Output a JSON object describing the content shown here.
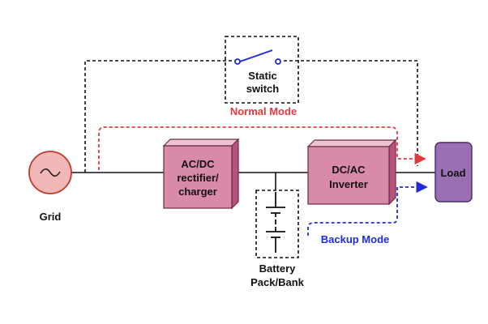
{
  "grid": {
    "label": "Grid"
  },
  "static_switch": {
    "line1": "Static",
    "line2": "switch"
  },
  "rectifier": {
    "line1": "AC/DC",
    "line2": "rectifier/",
    "line3": "charger"
  },
  "inverter": {
    "line1": "DC/AC",
    "line2": "Inverter"
  },
  "load": {
    "label": "Load"
  },
  "battery": {
    "line1": "Battery",
    "line2": "Pack/Bank"
  },
  "modes": {
    "normal": "Normal Mode",
    "backup": "Backup Mode"
  },
  "colors": {
    "normal": "#e03a3e",
    "backup": "#1f2bd6",
    "block_fill": "#d98aa8",
    "block_top": "#efc3d2",
    "block_side": "#b6537c",
    "load_fill": "#9b6fb4",
    "grid_fill": "#f2b8b8",
    "wire": "#111111"
  }
}
